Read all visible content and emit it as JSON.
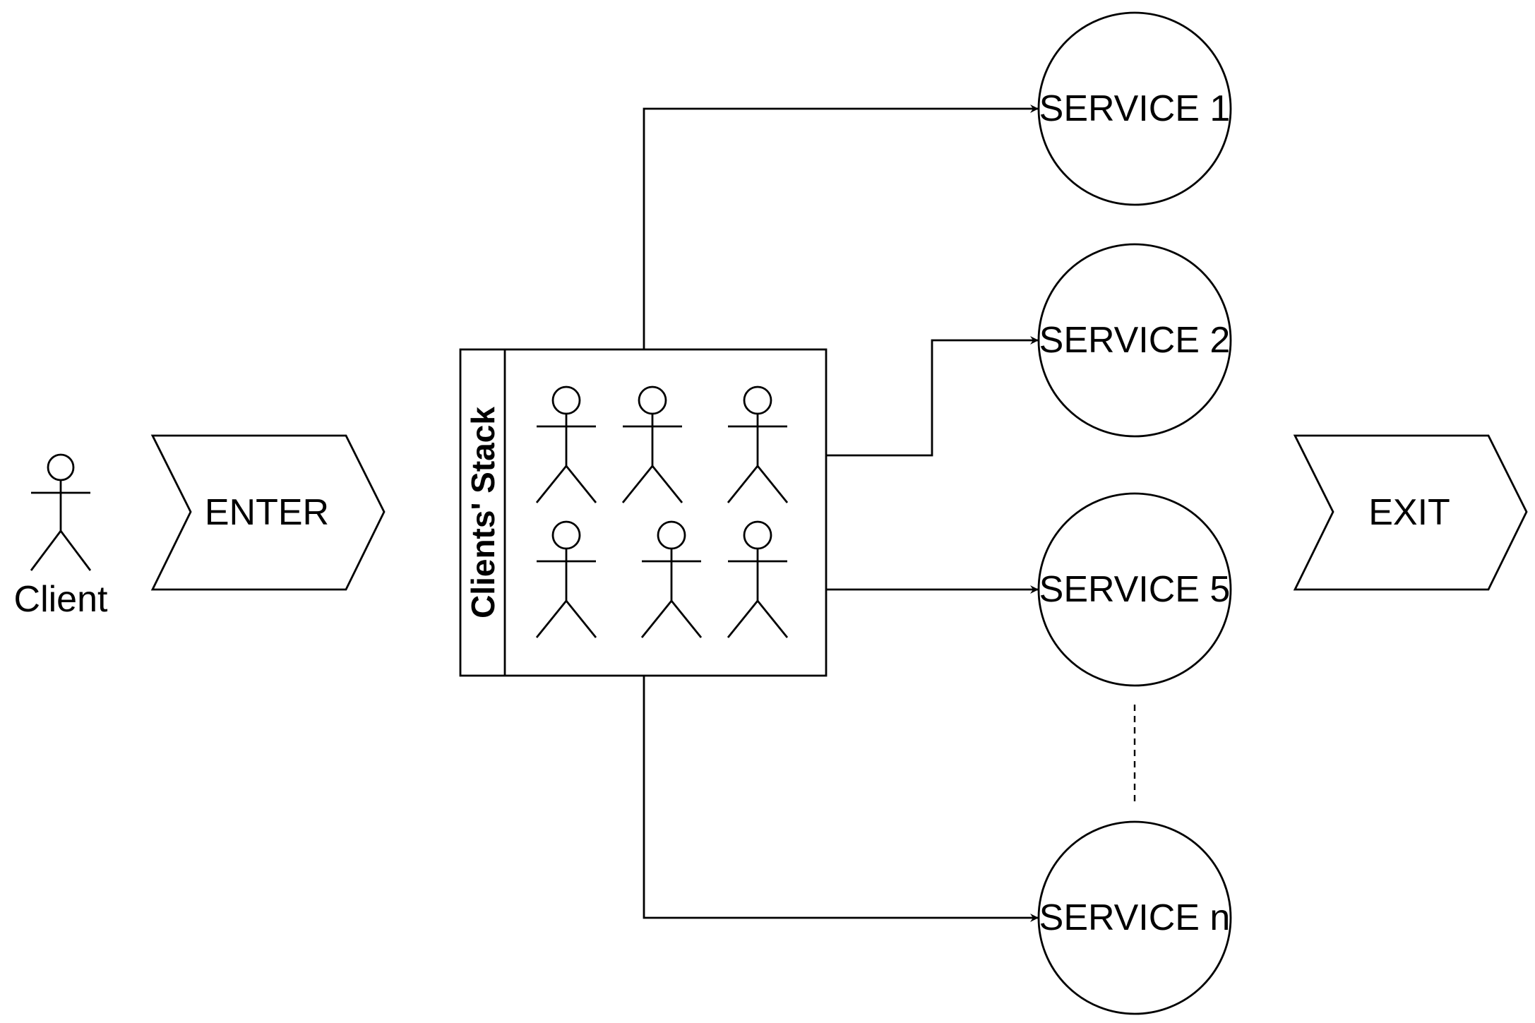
{
  "client": {
    "label": "Client"
  },
  "enter": {
    "label": "ENTER"
  },
  "exit": {
    "label": "EXIT"
  },
  "stack": {
    "title": "Clients' Stack"
  },
  "services": [
    {
      "label": "SERVICE 1"
    },
    {
      "label": "SERVICE 2"
    },
    {
      "label": "SERVICE 5"
    },
    {
      "label": "SERVICE n"
    }
  ]
}
